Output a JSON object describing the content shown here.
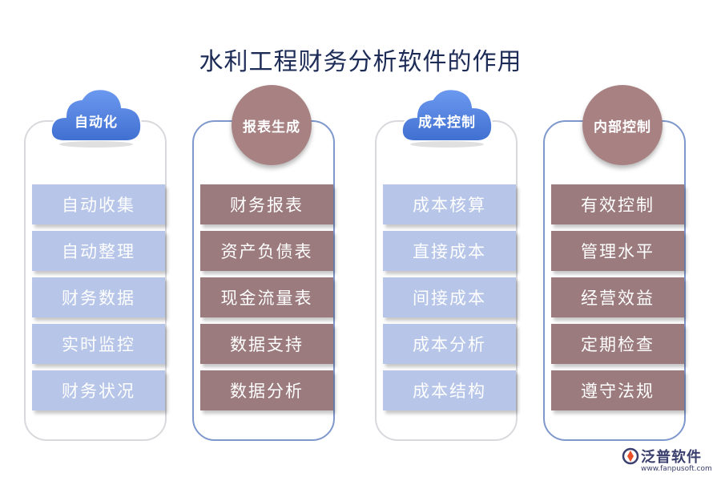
{
  "title": "水利工程财务分析软件的作用",
  "columns": [
    {
      "header": "自动化",
      "header_shape": "cloud",
      "items": [
        "自动收集",
        "自动整理",
        "财务数据",
        "实时监控",
        "财务状况"
      ]
    },
    {
      "header": "报表生成",
      "header_shape": "circle",
      "items": [
        "财务报表",
        "资产负债表",
        "现金流量表",
        "数据支持",
        "数据分析"
      ]
    },
    {
      "header": "成本控制",
      "header_shape": "cloud",
      "items": [
        "成本核算",
        "直接成本",
        "间接成本",
        "成本分析",
        "成本结构"
      ]
    },
    {
      "header": "内部控制",
      "header_shape": "circle",
      "items": [
        "有效控制",
        "管理水平",
        "经营效益",
        "定期检查",
        "遵守法规"
      ]
    }
  ],
  "logo": {
    "name": "泛普软件",
    "url": "www.fanpusoft.com",
    "icon": "fanpu-logo-icon"
  },
  "colors": {
    "title": "#1d2b57",
    "cloud_blue": "#4f7fdc",
    "light_blue_item": "#b6c5e8",
    "brown_item": "#9b7b7d",
    "circle_brown": "#a88283",
    "panel_blue_border": "#7e97cc",
    "panel_gray_border": "#d9d9dd"
  }
}
